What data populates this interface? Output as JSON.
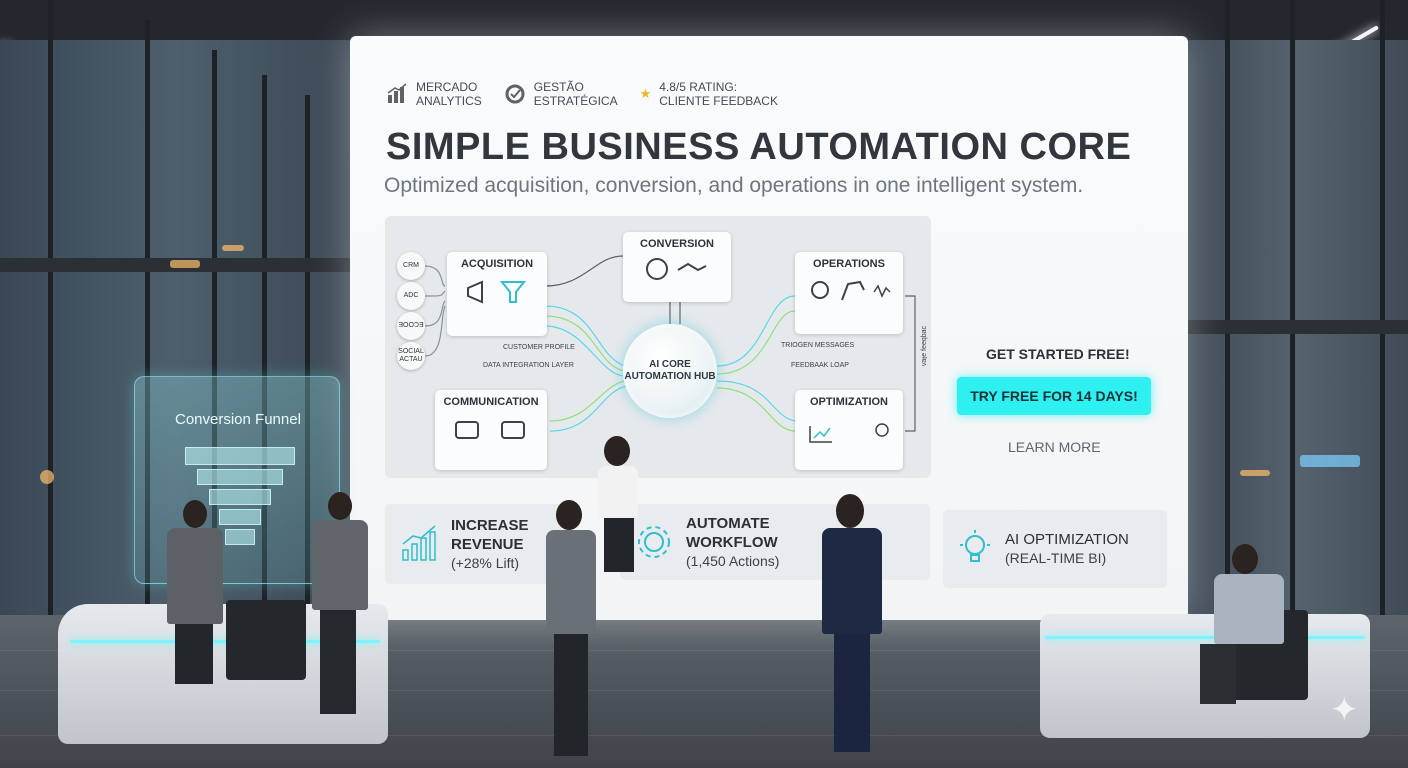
{
  "brands": [
    {
      "icon": "bar-chart-icon",
      "line1": "MERCADO",
      "line2": "ANALYTICS"
    },
    {
      "icon": "gauge-icon",
      "line1": "GESTÃO",
      "line2": "ESTRATÉGICA"
    },
    {
      "icon": "star-icon",
      "line1": "4.8/5 RATING:",
      "line2": "CLIENTE FEEDBACK"
    }
  ],
  "headline": "SIMPLE BUSINESS AUTOMATION CORE",
  "subheadline": "Optimized acquisition, conversion, and operations in one intelligent system.",
  "diagram": {
    "sources": [
      "CRM",
      "ADC",
      "ƎOOƆƎ",
      "SOCIAL ACTAU"
    ],
    "acquisition": "ACQUISITION",
    "conversion": "CONVERSION",
    "operations": "OPERATIONS",
    "communication": "COMMUNICATION",
    "optimization": "OPTIMIZATION",
    "hub": "AI CORE AUTOMATION HUB",
    "label_customer_profile": "CUSTOMER PROFILE",
    "label_data_integration": "DATA INTEGRATION LAYER",
    "label_trigger_messages": "TRIOGEN MESSAGES",
    "label_feedback_loop": "FEEDBAAK LOAP",
    "label_vertical": "ɔɐqbǝǝɟ ǝʇɐʌ"
  },
  "cta": {
    "title": "GET STARTED FREE!",
    "button": "TRY FREE FOR 14 DAYS!",
    "link": "LEARN MORE"
  },
  "features": [
    {
      "icon": "growth-chart-icon",
      "title1": "INCREASE",
      "title2": "REVENUE",
      "sub": "(+28% Lift)"
    },
    {
      "icon": "gear-icon",
      "title1": "AUTOMATE",
      "title2": "WORKFLOW",
      "sub": "(1,450 Actions)"
    },
    {
      "icon": "lightbulb-icon",
      "title1": "AI OPTIMIZATION",
      "title2": "",
      "sub": "(REAL-TIME BI)"
    }
  ],
  "hologram": {
    "title": "Conversion Funnel"
  },
  "colors": {
    "accent": "#2ef0f0",
    "headline": "#31373d",
    "star": "#f1b422"
  }
}
